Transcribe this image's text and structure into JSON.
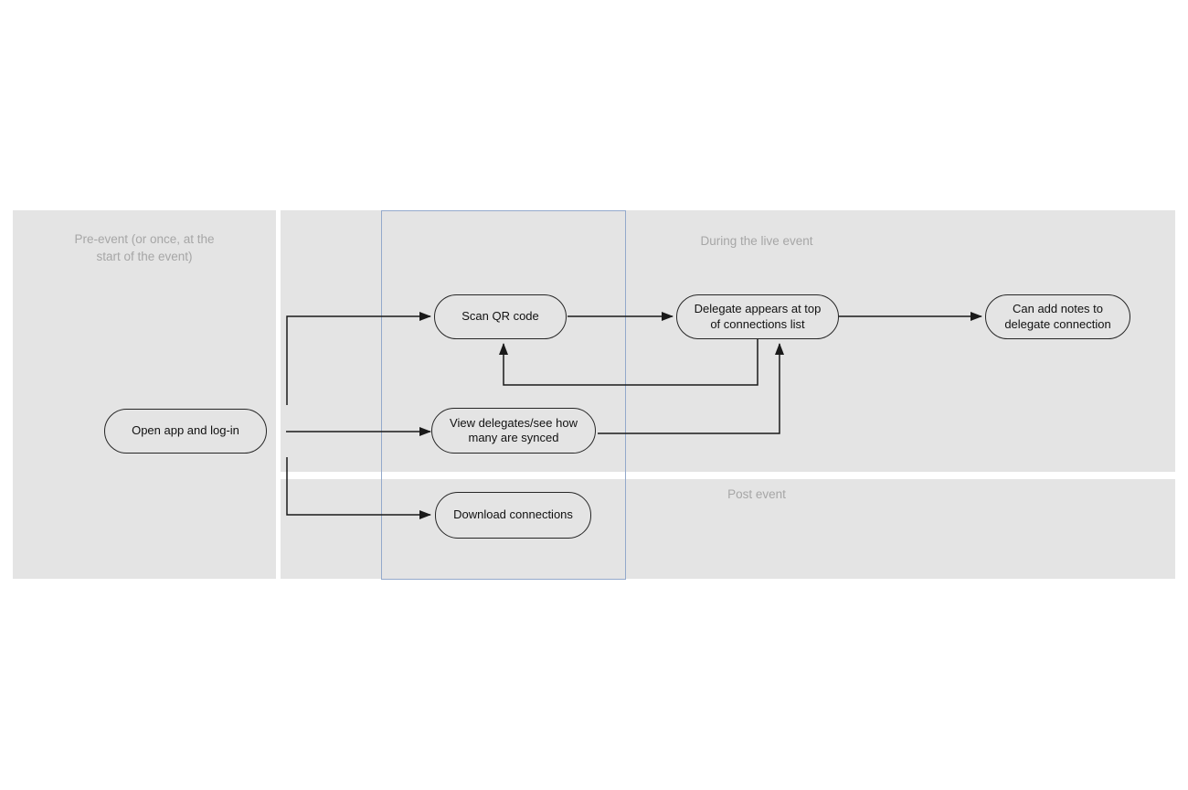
{
  "colors": {
    "panel_background": "#e4e4e4",
    "panel_label_text": "#a6a6a6",
    "node_border": "#262626",
    "node_text": "#111111",
    "connector": "#1a1a1a",
    "selection_rect_border": "#93a9cb"
  },
  "panels": {
    "pre_event": {
      "label_lines": [
        "Pre-event (or once, at the",
        "start of the event)"
      ]
    },
    "during": {
      "label": "During the live event"
    },
    "post": {
      "label": "Post event"
    }
  },
  "nodes": {
    "open_app": {
      "lines": [
        "Open app and log-in"
      ]
    },
    "scan_qr": {
      "lines": [
        "Scan QR code"
      ]
    },
    "delegate_appears": {
      "lines": [
        "Delegate appears at top",
        "of connections list"
      ]
    },
    "can_add_notes": {
      "lines": [
        "Can add notes to",
        "delegate connection"
      ]
    },
    "view_delegates": {
      "lines": [
        "View delegates/see how",
        "many are synced"
      ]
    },
    "download_connections": {
      "lines": [
        "Download connections"
      ]
    }
  }
}
